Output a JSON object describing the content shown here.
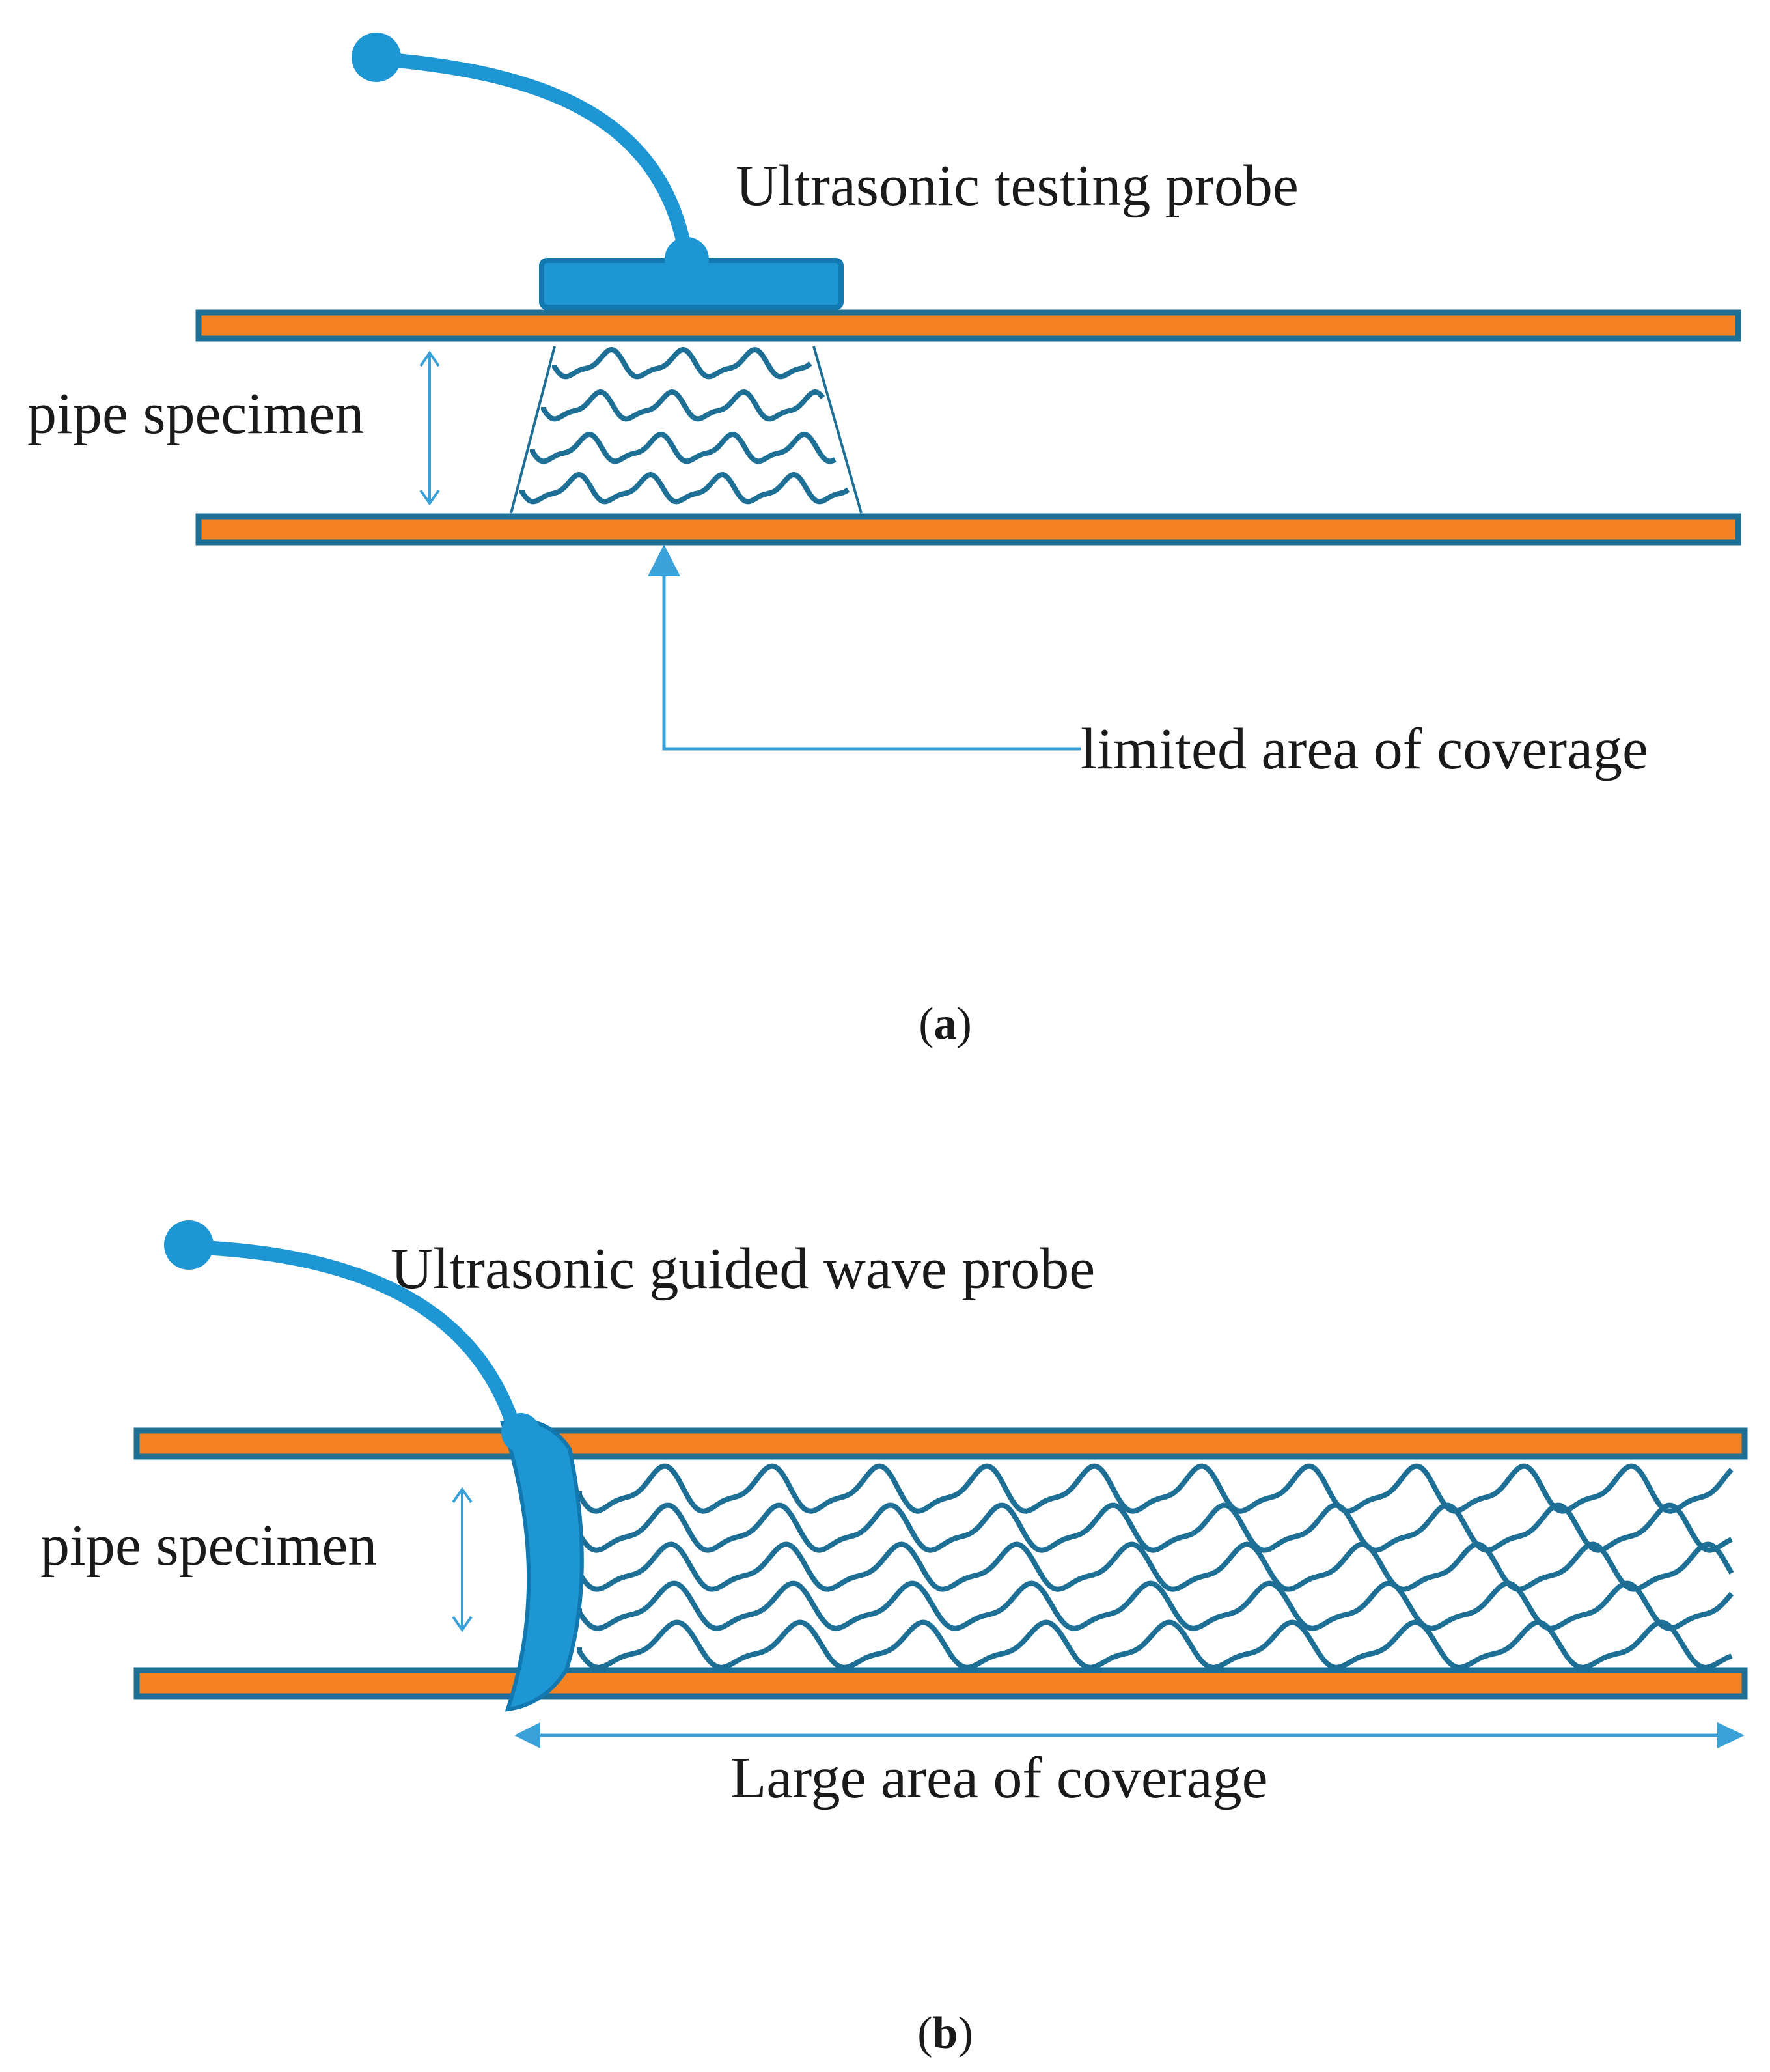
{
  "colors": {
    "pipe_fill": "#f58220",
    "pipe_outline": "#1d6f95",
    "probe": "#1e96d3",
    "probe_dark": "#1178b0",
    "wave": "#1d6f95",
    "annotation": "#3aa0d8",
    "text": "#1a1a1a"
  },
  "panel_a": {
    "probe_label": "Ultrasonic testing probe",
    "specimen_label": "pipe specimen",
    "coverage_label": "limited area of coverage",
    "caption_open": "(",
    "caption_letter": "a",
    "caption_close": ")"
  },
  "panel_b": {
    "probe_label": "Ultrasonic guided wave probe",
    "specimen_label": "pipe specimen",
    "coverage_label": "Large area of coverage",
    "caption_open": "(",
    "caption_letter": "b",
    "caption_close": ")"
  }
}
